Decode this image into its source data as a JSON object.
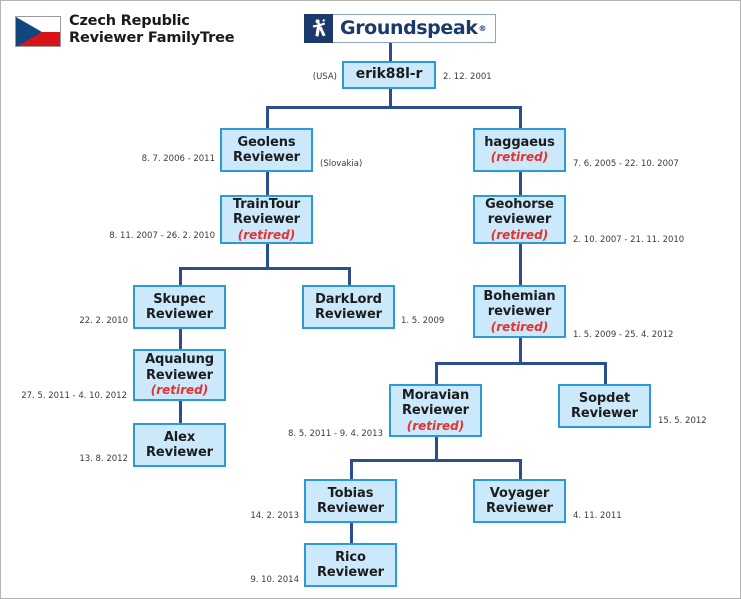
{
  "header": {
    "title": "Czech Republic\nReviewer FamilyTree",
    "flag_icon": "czech-republic-flag",
    "brand": {
      "name": "Groundspeak",
      "trademark": "®",
      "mark_icon": "groundspeak-figure-logo"
    }
  },
  "colors": {
    "node_fill": "#cbe9fb",
    "node_border": "#2a9ad9",
    "connector": "#2b4f8e",
    "retired_text": "#e8302f",
    "brand_blue": "#1b3a6b",
    "flag_blue": "#11457e",
    "flag_red": "#d7141a"
  },
  "labels": {
    "retired": "(retired)"
  },
  "nodes": [
    {
      "id": "erik",
      "name": "erik88l-r",
      "retired": false,
      "left_caption": "(USA)",
      "right_caption": "2. 12. 2001"
    },
    {
      "id": "geolens",
      "name": "Geolens\nReviewer",
      "retired": false,
      "left_caption": "8. 7. 2006 - 2011",
      "right_caption": "(Slovakia)"
    },
    {
      "id": "haggaeus",
      "name": "haggaeus",
      "retired": true,
      "left_caption": "",
      "right_caption": "7. 6. 2005 - 22. 10. 2007"
    },
    {
      "id": "traintour",
      "name": "TrainTour\nReviewer",
      "retired": true,
      "left_caption": "8. 11. 2007 - 26. 2. 2010",
      "right_caption": ""
    },
    {
      "id": "geohorse",
      "name": "Geohorse\nreviewer",
      "retired": true,
      "left_caption": "",
      "right_caption": "2. 10. 2007 - 21. 11. 2010"
    },
    {
      "id": "skupec",
      "name": "Skupec\nReviewer",
      "retired": false,
      "left_caption": "22. 2. 2010",
      "right_caption": ""
    },
    {
      "id": "darklord",
      "name": "DarkLord\nReviewer",
      "retired": false,
      "left_caption": "",
      "right_caption": "1. 5. 2009"
    },
    {
      "id": "bohemian",
      "name": "Bohemian\nreviewer",
      "retired": true,
      "left_caption": "",
      "right_caption": "1. 5. 2009 - 25. 4. 2012"
    },
    {
      "id": "aqualung",
      "name": "Aqualung\nReviewer",
      "retired": true,
      "left_caption": "27. 5. 2011 - 4. 10. 2012",
      "right_caption": ""
    },
    {
      "id": "moravian",
      "name": "Moravian\nReviewer",
      "retired": true,
      "left_caption": "8. 5. 2011 - 9. 4. 2013",
      "right_caption": ""
    },
    {
      "id": "sopdet",
      "name": "Sopdet\nReviewer",
      "retired": false,
      "left_caption": "",
      "right_caption": "15. 5. 2012"
    },
    {
      "id": "alex",
      "name": "Alex\nReviewer",
      "retired": false,
      "left_caption": "13. 8. 2012",
      "right_caption": ""
    },
    {
      "id": "tobias",
      "name": "Tobias\nReviewer",
      "retired": false,
      "left_caption": "14. 2. 2013",
      "right_caption": ""
    },
    {
      "id": "voyager",
      "name": "Voyager\nReviewer",
      "retired": false,
      "left_caption": "",
      "right_caption": "4. 11. 2011"
    },
    {
      "id": "rico",
      "name": "Rico\nReviewer",
      "retired": false,
      "left_caption": "9. 10. 2014",
      "right_caption": ""
    }
  ]
}
